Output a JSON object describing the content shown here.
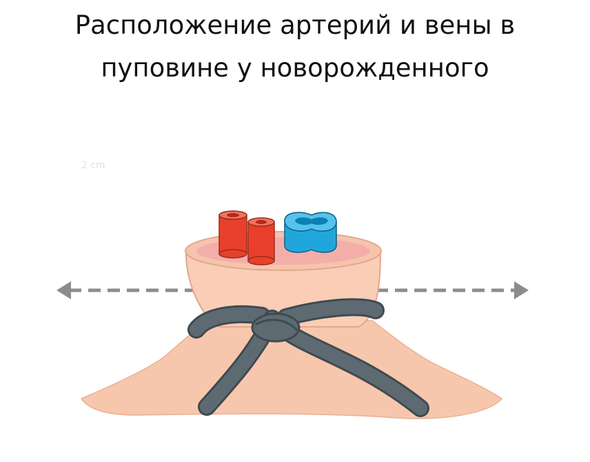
{
  "title": {
    "line1": "Расположение артерий и вены в",
    "line2": "пуповине у новорожденного"
  },
  "faint_label": "2 cm",
  "colors": {
    "artery": "#e8402a",
    "vein": "#1fa7dc",
    "skin": "#f7c7ad",
    "cord_inner": "#f3aeaa",
    "tie": "#5d6a72",
    "dashed_line": "#8c8c8c"
  }
}
